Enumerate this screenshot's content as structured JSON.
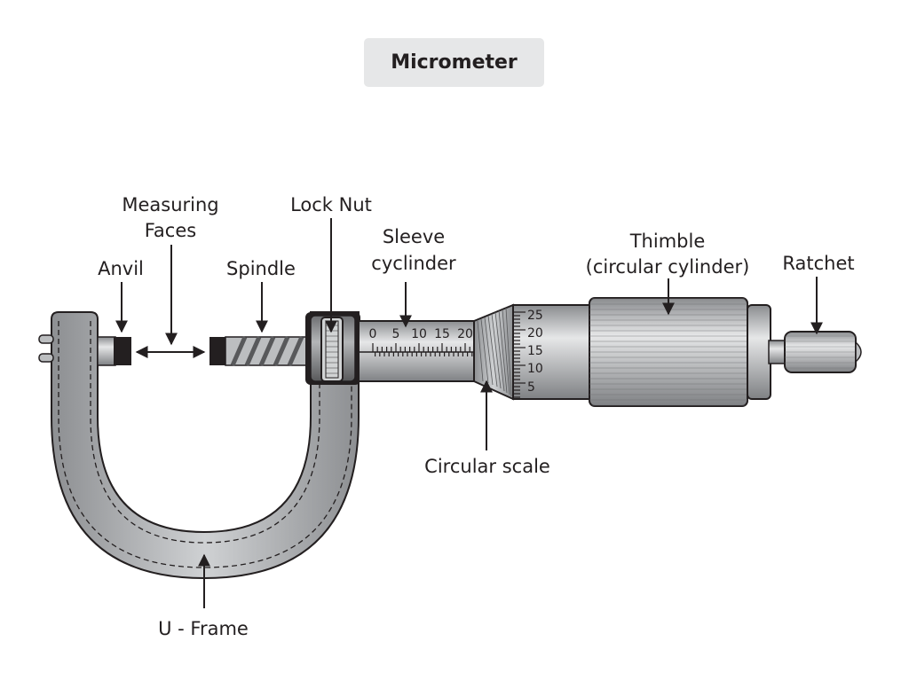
{
  "title": "Micrometer",
  "labels": {
    "measuring_faces": [
      "Measuring",
      "Faces"
    ],
    "lock_nut": "Lock Nut",
    "anvil": "Anvil",
    "spindle": "Spindle",
    "sleeve": [
      "Sleeve",
      "cyclinder"
    ],
    "thimble": [
      "Thimble",
      "(circular cylinder)"
    ],
    "ratchet": "Ratchet",
    "circular_scale": "Circular scale",
    "u_frame": "U - Frame"
  },
  "sleeve_scale": [
    "0",
    "5",
    "10",
    "15",
    "20"
  ],
  "thimble_scale": [
    "25",
    "20",
    "15",
    "10",
    "5"
  ],
  "colors": {
    "outline": "#231f20",
    "metal": "#a7a9ac",
    "title_bg": "#e6e7e8"
  }
}
